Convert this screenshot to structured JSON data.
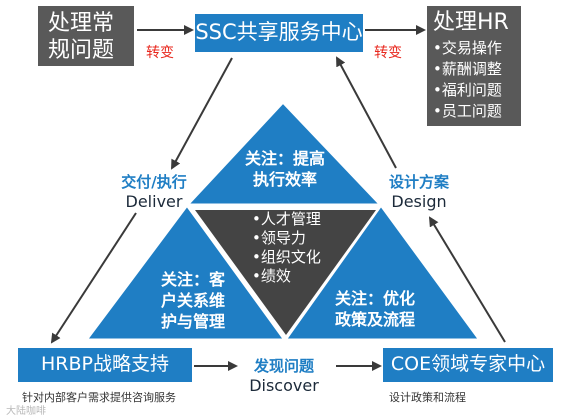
{
  "top_left": {
    "line1": "处理常",
    "line2": "规问题"
  },
  "top_center": {
    "title": "SSC共享服务中心"
  },
  "top_right": {
    "title": "处理HR",
    "items": [
      "•交易操作",
      "•薪酬调整",
      "•福利问题",
      "•员工问题"
    ]
  },
  "transitions": {
    "left": "转变",
    "right": "转变"
  },
  "left_label": {
    "zh": "交付/执行",
    "en": "Deliver"
  },
  "right_label": {
    "zh": "设计方案",
    "en": "Design"
  },
  "bottom_label": {
    "zh": "发现问题",
    "en": "Discover"
  },
  "triangles": {
    "top": {
      "line1": "关注：提高",
      "line2": "执行效率"
    },
    "left": {
      "line1": "关注：客",
      "line2": "户关系维",
      "line3": "护与管理"
    },
    "right": {
      "line1": "关注：优化",
      "line2": "政策及流程"
    },
    "center": {
      "items": [
        "•人才管理",
        "•领导力",
        "•组织文化",
        "•绩效"
      ]
    }
  },
  "bottom_left": {
    "title": "HRBP战略支持",
    "note": "针对内部客户需求提供咨询服务"
  },
  "bottom_right": {
    "title": "COE领域专家中心",
    "note": "设计政策和流程"
  },
  "watermark": "大陆咖啡",
  "colors": {
    "blue": "#1f7ec4",
    "dark_triangle": "#444444",
    "gray_box": "#595959",
    "red": "#e8271d"
  }
}
